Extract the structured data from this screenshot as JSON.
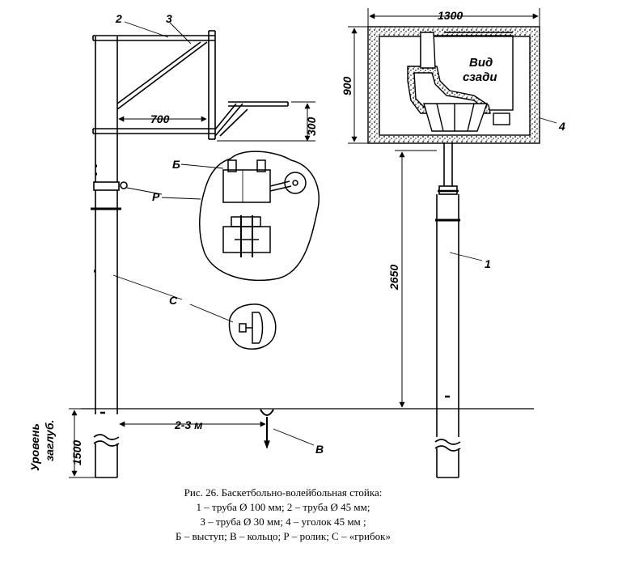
{
  "labels": {
    "n2": "2",
    "n3": "3",
    "n4": "4",
    "n1": "1",
    "dim700": "700",
    "dim300": "300",
    "dim1300": "1300",
    "dim900": "900",
    "dim2650": "2650",
    "dim1500": "1500",
    "dist": "2-3 м",
    "B_cyr": "Б",
    "R": "Р",
    "C": "С",
    "V": "В",
    "rear_line1": "Вид",
    "rear_line2": "сзади",
    "depth_line1": "Уровень",
    "depth_line2": "заглуб."
  },
  "caption": {
    "line1": "Рис. 26. Баскетбольно-волейбольная стойка:",
    "line2": "1 – труба Ø 100 мм; 2 – труба Ø 45 мм;",
    "line3": "3 – труба Ø 30 мм; 4 – уголок 45 мм ;",
    "line4": "Б – выступ; В – кольцо; Р – ролик; С – «грибок»"
  }
}
